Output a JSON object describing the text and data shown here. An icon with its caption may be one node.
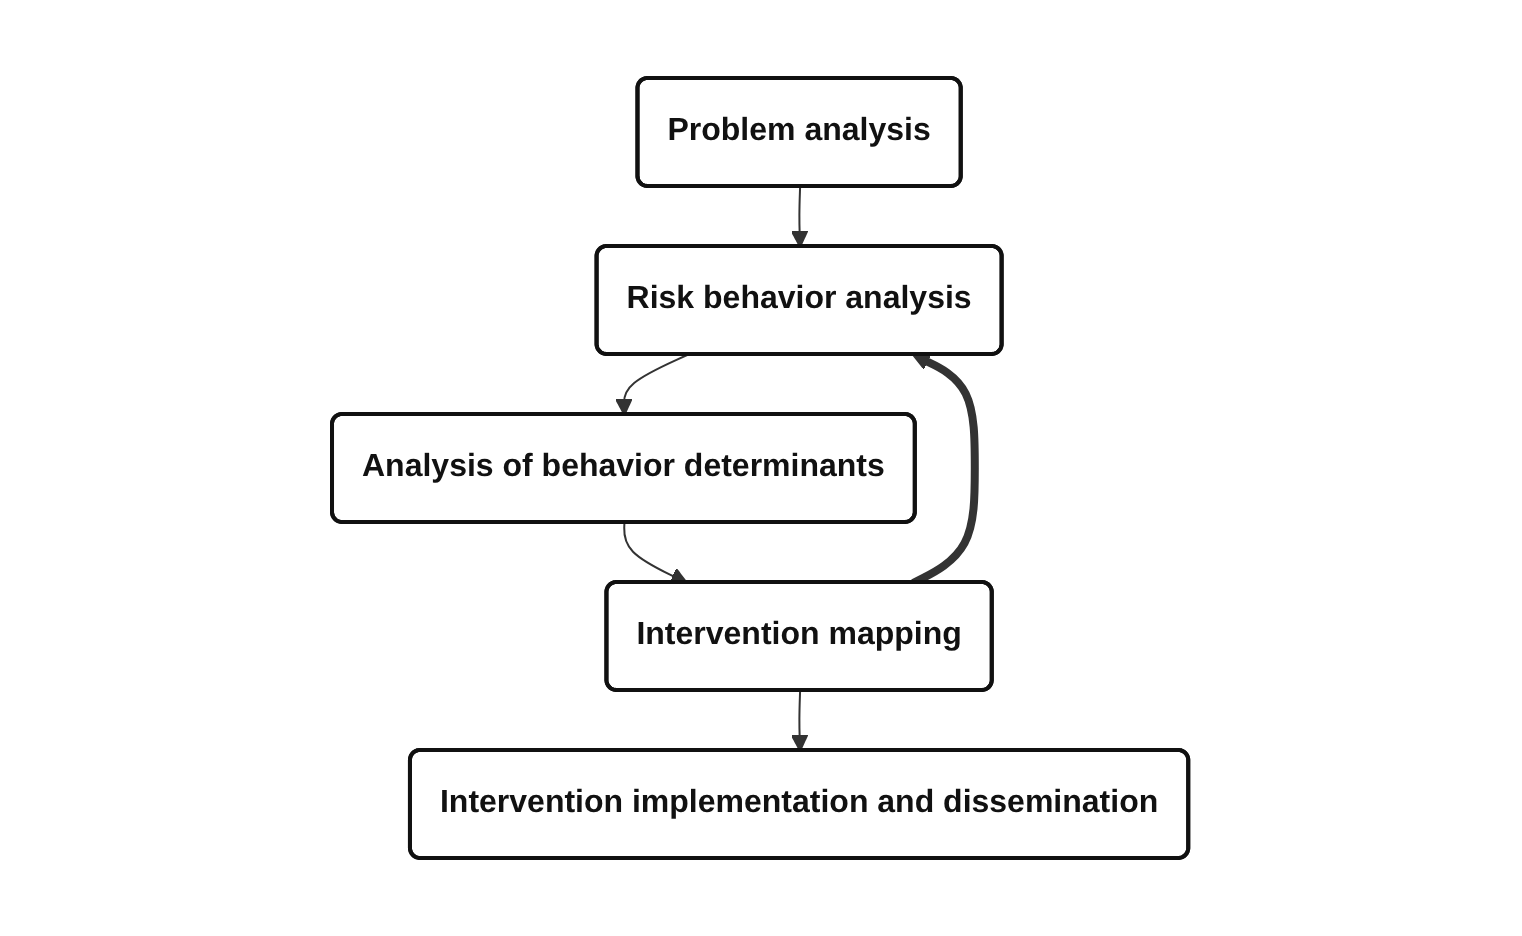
{
  "diagram": {
    "nodes": [
      {
        "text": [
          "Problem analysis"
        ]
      },
      {
        "text": [
          "Risk behavior analysis"
        ]
      },
      {
        "text": [
          "Analysis of behavior determinants"
        ]
      },
      {
        "text": [
          "Intervention mapping"
        ]
      },
      {
        "text": [
          "Intervention implementation and dissemination"
        ]
      }
    ],
    "edges": [
      {
        "from": 0,
        "to": 1,
        "arrow": "to"
      },
      {
        "from": 1,
        "to": 2,
        "arrow": "to"
      },
      {
        "from": 2,
        "to": 3,
        "arrow": "to"
      },
      {
        "from": 3,
        "to": 4,
        "arrow": "to"
      },
      {
        "from": 3,
        "to": 1,
        "arrow": "to",
        "style": "thick"
      }
    ]
  }
}
